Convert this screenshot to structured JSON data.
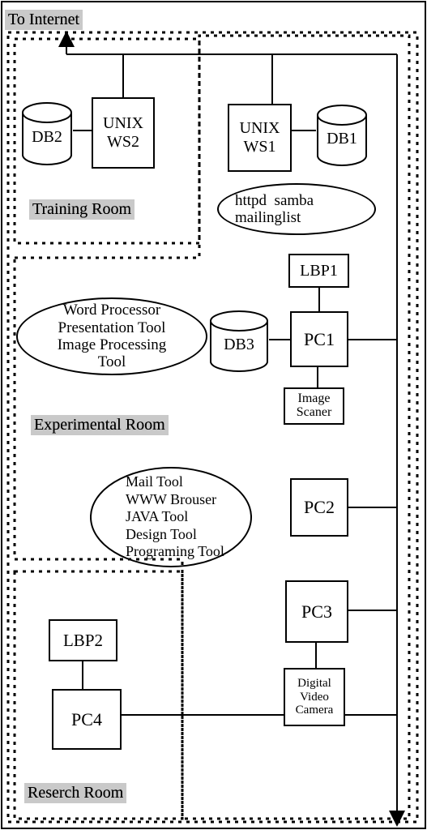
{
  "header": {
    "to_internet": "To Internet"
  },
  "rooms": {
    "training": "Training Room",
    "experimental": "Experimental Room",
    "research": "Reserch Room"
  },
  "nodes": {
    "unix_ws2": [
      "UNIX",
      "WS2"
    ],
    "unix_ws1": [
      "UNIX",
      "WS1"
    ],
    "db1": "DB1",
    "db2": "DB2",
    "db3": "DB3",
    "lbp1": "LBP1",
    "lbp2": "LBP2",
    "pc1": "PC1",
    "pc2": "PC2",
    "pc3": "PC3",
    "pc4": "PC4",
    "image_scanner": [
      "Image",
      "Scaner"
    ],
    "digital_video_camera": [
      "Digital",
      "Video",
      "Camera"
    ]
  },
  "bubbles": {
    "ws1_services": [
      "httpd  samba",
      "mailinglist"
    ],
    "pc1_tools": [
      "Word Processor",
      "Presentation Tool",
      "Image Processing",
      "Tool"
    ],
    "pc2_tools": [
      "Mail Tool",
      "WWW Brouser",
      "JAVA Tool",
      "Design Tool",
      "Programing Tool"
    ]
  },
  "colors": {
    "line": "#000000",
    "label_bg": "#c9c9c9"
  }
}
